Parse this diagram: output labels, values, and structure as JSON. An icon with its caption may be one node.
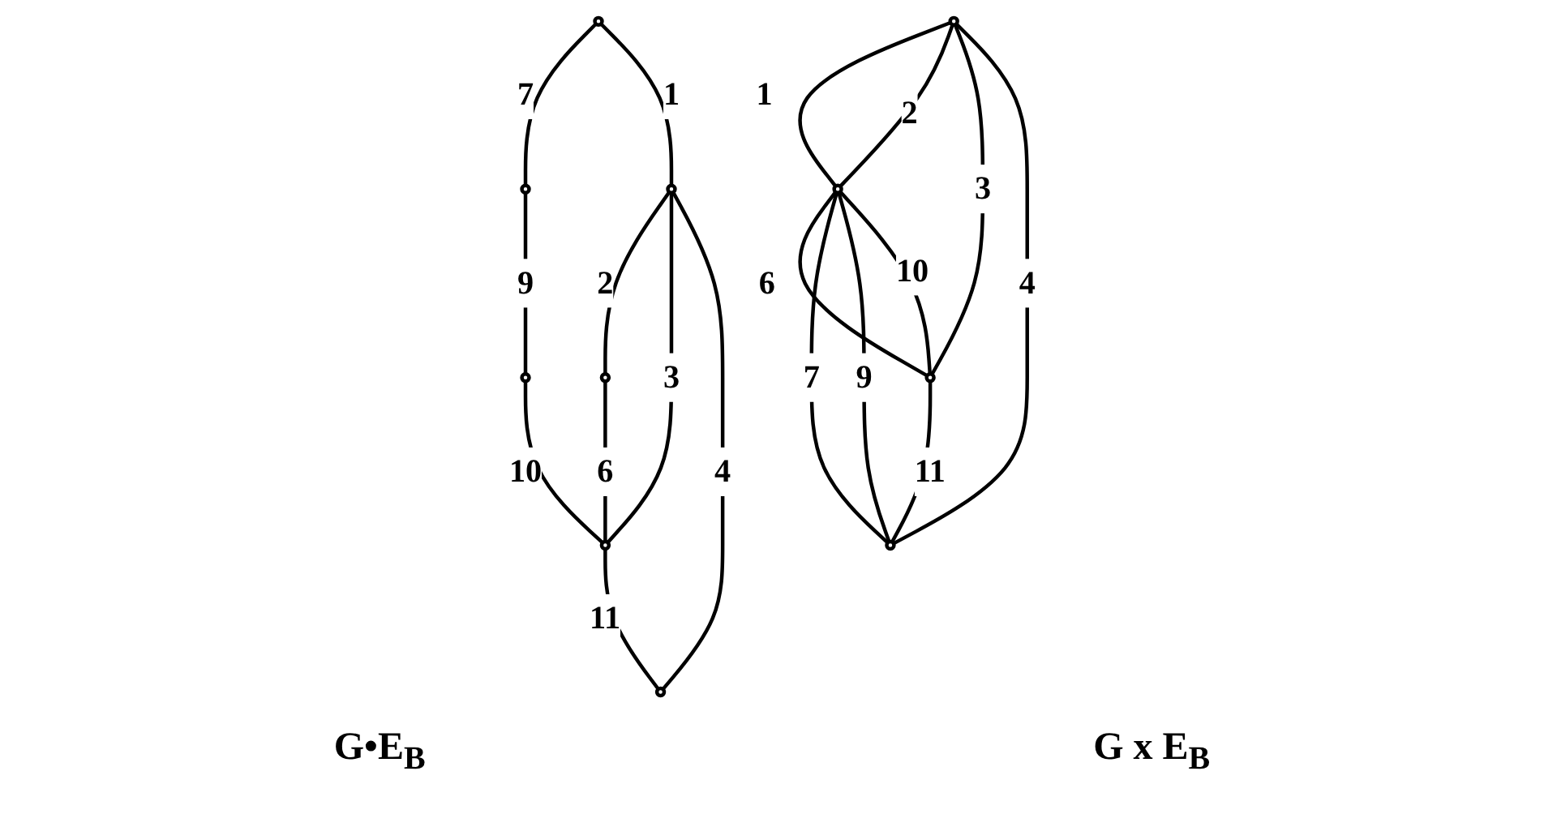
{
  "diagram": {
    "nodes": [
      {
        "text": [],
        "shape": "circle"
      },
      {
        "text": [],
        "shape": "circle"
      },
      {
        "text": [],
        "shape": "circle"
      },
      {
        "text": [],
        "shape": "circle"
      },
      {
        "text": [],
        "shape": "circle"
      },
      {
        "text": [],
        "shape": "circle"
      },
      {
        "text": [],
        "shape": "circle"
      },
      {
        "text": [],
        "shape": "circle"
      },
      {
        "text": [],
        "shape": "circle"
      },
      {
        "text": [],
        "shape": "circle"
      },
      {
        "text": [],
        "shape": "circle"
      }
    ],
    "edges": [
      {
        "from": 0,
        "to": 1,
        "arrow": "none",
        "label": "7"
      },
      {
        "from": 0,
        "to": 4,
        "arrow": "none",
        "label": "1"
      },
      {
        "from": 1,
        "to": 2,
        "arrow": "none",
        "label": "9"
      },
      {
        "from": 2,
        "to": 5,
        "arrow": "none",
        "label": "10"
      },
      {
        "from": 4,
        "to": 3,
        "arrow": "none",
        "label": "2"
      },
      {
        "from": 3,
        "to": 5,
        "arrow": "none",
        "label": "6"
      },
      {
        "from": 4,
        "to": 5,
        "arrow": "none",
        "label": "3"
      },
      {
        "from": 5,
        "to": 6,
        "arrow": "none",
        "label": "11"
      },
      {
        "from": 4,
        "to": 6,
        "arrow": "none",
        "label": "4"
      },
      {
        "from": 9,
        "to": 7,
        "arrow": "none",
        "label": "1"
      },
      {
        "from": 9,
        "to": 7,
        "arrow": "none",
        "label": "2"
      },
      {
        "from": 9,
        "to": 10,
        "arrow": "none",
        "label": "3"
      },
      {
        "from": 9,
        "to": 8,
        "arrow": "none",
        "label": "4"
      },
      {
        "from": 7,
        "to": 10,
        "arrow": "none",
        "label": "6"
      },
      {
        "from": 7,
        "to": 8,
        "arrow": "none",
        "label": "7"
      },
      {
        "from": 7,
        "to": 8,
        "arrow": "none",
        "label": "9"
      },
      {
        "from": 7,
        "to": 10,
        "arrow": "none",
        "label": "10"
      },
      {
        "from": 10,
        "to": 8,
        "arrow": "none",
        "label": "11"
      }
    ],
    "labels": [
      "G•E$_{B}$",
      "G x E$_{B}$"
    ]
  }
}
